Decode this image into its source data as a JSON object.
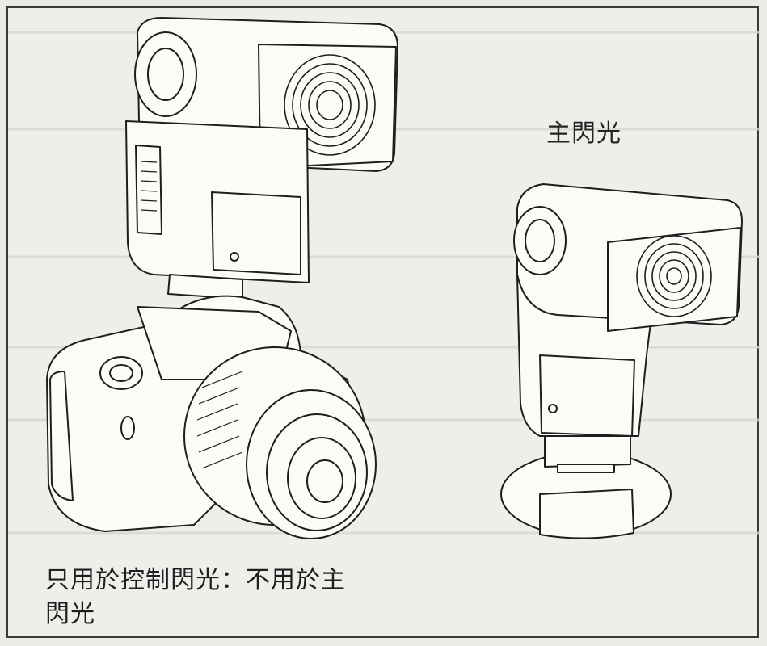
{
  "labels": {
    "main_flash": "主閃光",
    "caption_line1": "只用於控制閃光：不用於主",
    "caption_line2": "閃光"
  }
}
